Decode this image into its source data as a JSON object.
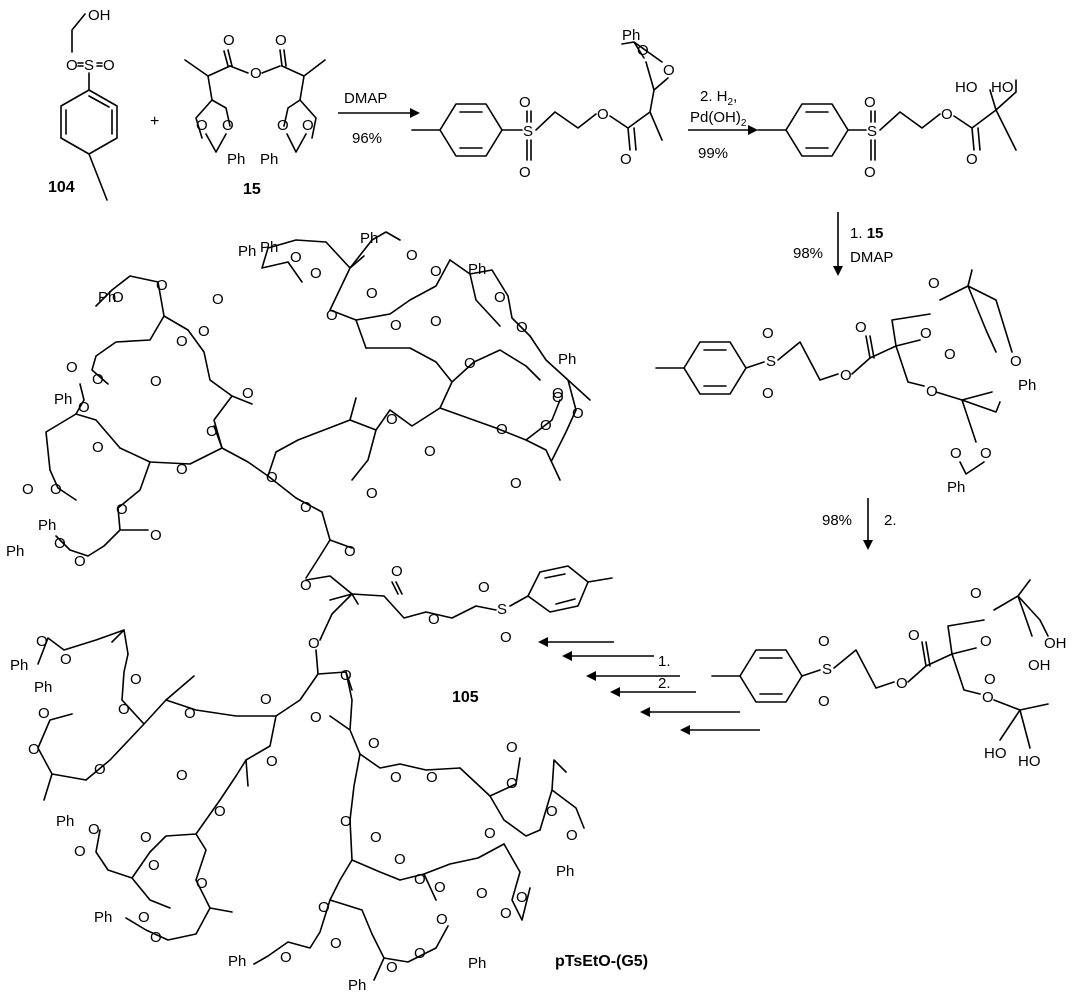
{
  "scheme": {
    "compounds": {
      "c104": "104",
      "c15": "15",
      "c105": "105",
      "g5": "pTsEtO-(G5)"
    },
    "steps": {
      "s1": {
        "reagent": "DMAP",
        "yield": "96%"
      },
      "s2": {
        "line1": "2. H",
        "sub1": "2",
        "tail1": ",",
        "line2": "Pd(OH)",
        "sub2": "2",
        "yield": "99%"
      },
      "s3": {
        "line1": "1. ",
        "ref": "15",
        "line2": "DMAP",
        "yield": "98%"
      },
      "s4": {
        "step": "2.",
        "yield": "98%"
      },
      "s5": {
        "step1": "1.",
        "step2": "2."
      }
    },
    "atoms": {
      "OH": "OH",
      "HO": "HO",
      "O": "O",
      "S": "S",
      "Ph": "Ph",
      "plus": "+"
    }
  }
}
